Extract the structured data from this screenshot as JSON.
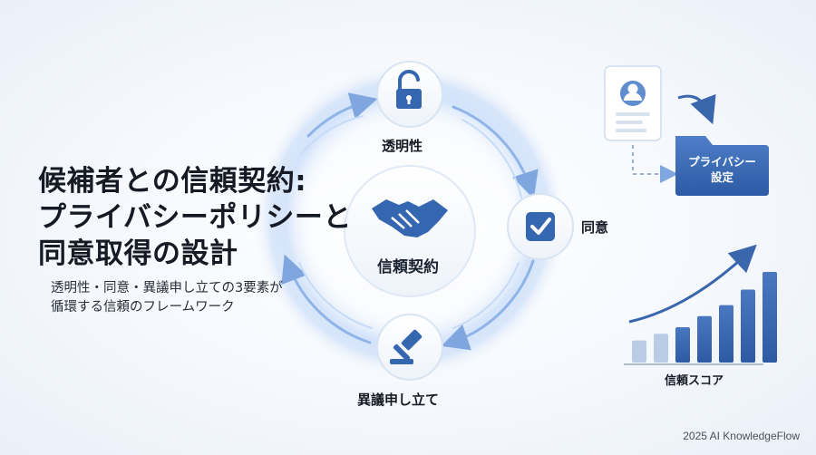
{
  "title_lines": [
    "候補者との信頼契約:",
    "プライバシーポリシーと",
    "同意取得の設計"
  ],
  "subtitle_lines": [
    "透明性・同意・異議申し立ての3要素が",
    "循環する信頼のフレームワーク"
  ],
  "cycle": {
    "center": {
      "label": "信頼契約",
      "icon": "handshake-icon"
    },
    "nodes": [
      {
        "label": "透明性",
        "icon": "unlock-icon"
      },
      {
        "label": "同意",
        "icon": "checkbox-icon"
      },
      {
        "label": "異議申し立て",
        "icon": "gavel-icon"
      }
    ]
  },
  "privacy": {
    "profile_icon": "profile-card-icon",
    "folder_line1": "プライバシー",
    "folder_line2": "設定"
  },
  "score": {
    "label": "信頼スコア",
    "bar_values": [
      1,
      1.3,
      1.6,
      2.1,
      2.6,
      3.3,
      4.1
    ],
    "trend_icon": "trend-arrow-icon"
  },
  "footer": "2025 AI KnowledgeFlow",
  "colors": {
    "accent": "#2f5fa8",
    "accent_light": "#6f9ad8",
    "glow": "#a9c8f5"
  }
}
